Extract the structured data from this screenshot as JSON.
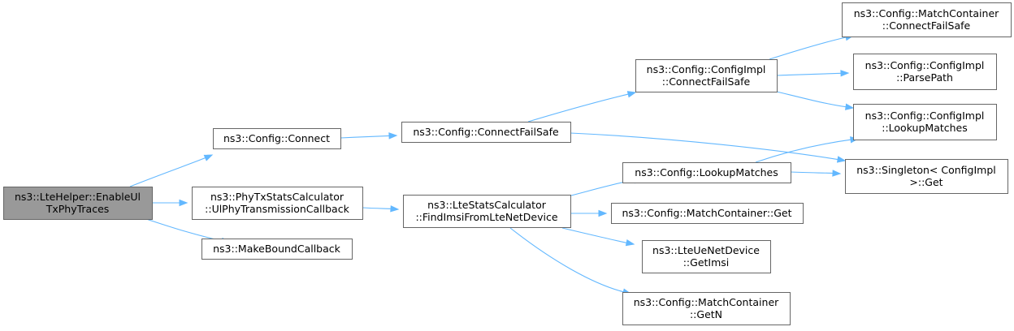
{
  "diagram": {
    "nodes": [
      {
        "id": "n0",
        "role": "root",
        "lines": [
          "ns3::LteHelper::EnableUl",
          "TxPhyTraces"
        ]
      },
      {
        "id": "n1",
        "lines": [
          "ns3::Config::Connect"
        ]
      },
      {
        "id": "n2",
        "lines": [
          "ns3::PhyTxStatsCalculator",
          "::UlPhyTransmissionCallback"
        ]
      },
      {
        "id": "n3",
        "lines": [
          "ns3::MakeBoundCallback"
        ]
      },
      {
        "id": "n4",
        "lines": [
          "ns3::Config::ConnectFailSafe"
        ]
      },
      {
        "id": "n5",
        "lines": [
          "ns3::LteStatsCalculator",
          "::FindImsiFromLteNetDevice"
        ]
      },
      {
        "id": "n6",
        "lines": [
          "ns3::Config::ConfigImpl",
          "::ConnectFailSafe"
        ]
      },
      {
        "id": "n7",
        "lines": [
          "ns3::Config::LookupMatches"
        ]
      },
      {
        "id": "n8",
        "lines": [
          "ns3::Config::MatchContainer::Get"
        ]
      },
      {
        "id": "n9",
        "lines": [
          "ns3::LteUeNetDevice",
          "::GetImsi"
        ]
      },
      {
        "id": "n10",
        "lines": [
          "ns3::Config::MatchContainer",
          "::GetN"
        ]
      },
      {
        "id": "n11",
        "lines": [
          "ns3::Config::MatchContainer",
          "::ConnectFailSafe"
        ]
      },
      {
        "id": "n12",
        "lines": [
          "ns3::Config::ConfigImpl",
          "::ParsePath"
        ]
      },
      {
        "id": "n13",
        "lines": [
          "ns3::Config::ConfigImpl",
          "::LookupMatches"
        ]
      },
      {
        "id": "n14",
        "lines": [
          "ns3::Singleton< ConfigImpl",
          " >::Get"
        ]
      }
    ],
    "edges": [
      {
        "from": "n0",
        "to": "n1"
      },
      {
        "from": "n0",
        "to": "n2"
      },
      {
        "from": "n0",
        "to": "n3"
      },
      {
        "from": "n1",
        "to": "n4"
      },
      {
        "from": "n2",
        "to": "n5"
      },
      {
        "from": "n4",
        "to": "n6"
      },
      {
        "from": "n4",
        "to": "n14"
      },
      {
        "from": "n5",
        "to": "n7"
      },
      {
        "from": "n5",
        "to": "n8"
      },
      {
        "from": "n5",
        "to": "n9"
      },
      {
        "from": "n5",
        "to": "n10"
      },
      {
        "from": "n6",
        "to": "n11"
      },
      {
        "from": "n6",
        "to": "n12"
      },
      {
        "from": "n6",
        "to": "n13"
      },
      {
        "from": "n7",
        "to": "n13"
      },
      {
        "from": "n7",
        "to": "n14"
      }
    ],
    "colors": {
      "root_fill": "#999999",
      "node_fill": "#ffffff",
      "node_border": "#666666",
      "edge": "#63b8ff",
      "text": "#000000"
    }
  }
}
